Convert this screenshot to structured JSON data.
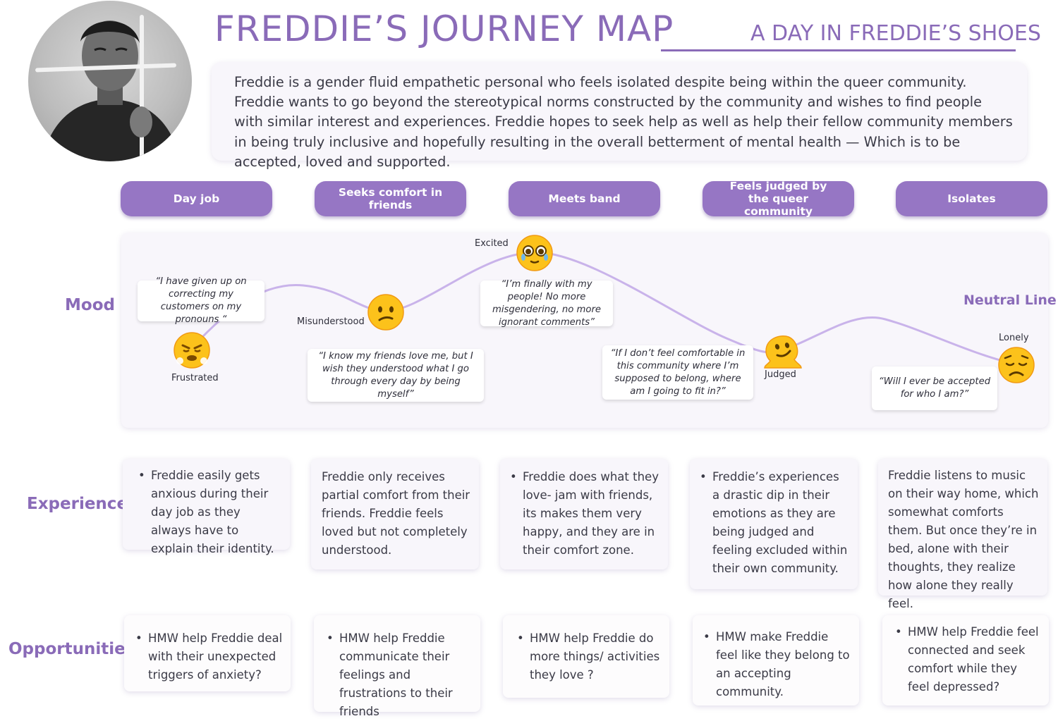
{
  "header": {
    "title": "FREDDIE’S JOURNEY MAP",
    "subtitle": "A DAY IN FREDDIE’S SHOES",
    "intro": "Freddie is a gender fluid empathetic personal who feels isolated despite being within the  queer community. Freddie wants to go beyond the stereotypical norms constructed  by the community and wishes to find people with similar interest and experiences. Freddie hopes to seek  help as well as help their fellow community members in being truly inclusive and hopefully resulting in the overall betterment of mental health — Which is to be accepted, loved and supported."
  },
  "stages": [
    "Day job",
    "Seeks comfort in friends",
    "Meets band",
    "Feels judged by the queer community",
    "Isolates"
  ],
  "rows": {
    "mood": "Mood",
    "experience": "Experience",
    "opportunities": "Opportunities"
  },
  "mood": {
    "neutral_line_label": "Neutral Line",
    "points": [
      {
        "emotion": "Frustrated",
        "emoji": "😤",
        "quote": "“I have given up on correcting my customers on my pronouns “"
      },
      {
        "emotion": "Misunderstood",
        "emoji": "😕",
        "quote": "“I know my friends love me, but I wish they understood what I go through every day by being myself”"
      },
      {
        "emotion": "Excited",
        "emoji": "🥹",
        "quote": "“I’m finally with my people! No more misgendering, no more ignorant comments”"
      },
      {
        "emotion": "Judged",
        "emoji": "🫠",
        "quote": "“If I don’t feel comfortable in this community where I’m supposed to belong, where am I going to fit in?”"
      },
      {
        "emotion": "Lonely",
        "emoji": "😞",
        "quote": "“Will I ever be accepted for who I am?”"
      }
    ],
    "colors": {
      "curve": "#c9b3ea",
      "accent": "#8a6bb8",
      "stage": "#9676c4"
    }
  },
  "experience": [
    {
      "bullet": true,
      "text": "Freddie easily gets anxious during their day job as they always have to explain their identity."
    },
    {
      "bullet": false,
      "text": "Freddie only receives partial comfort from their friends. Freddie feels loved but not completely understood."
    },
    {
      "bullet": true,
      "text": "Freddie does what they love- jam with  friends, its makes them very happy, and they are in their comfort zone."
    },
    {
      "bullet": true,
      "text": "Freddie’s experiences a drastic dip in their emotions as they are being judged and feeling excluded within their own community."
    },
    {
      "bullet": false,
      "text": "Freddie listens to music on their way home, which somewhat comforts them. But once they’re in bed, alone with their thoughts, they realize how alone they really feel."
    }
  ],
  "opportunities": [
    "HMW help Freddie deal with their unexpected triggers of anxiety?",
    "HMW help Freddie communicate their feelings and frustrations to their friends",
    "HMW help Freddie do more things/ activities they love ?",
    "HMW make Freddie feel like they belong to an accepting community.",
    "HMW help Freddie feel connected and seek comfort while they feel depressed?"
  ]
}
